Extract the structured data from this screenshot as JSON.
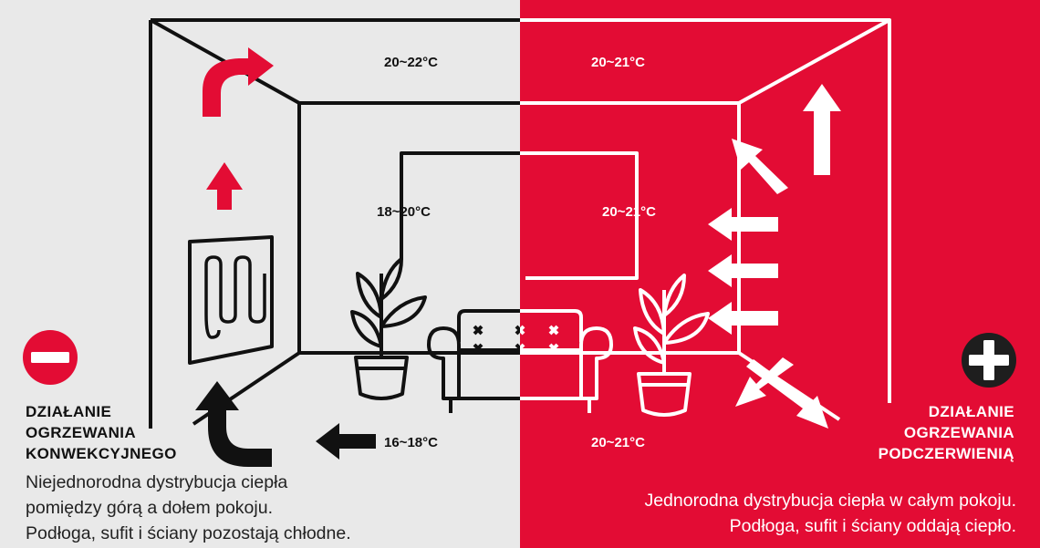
{
  "colors": {
    "left_background": "#e9e9e9",
    "right_background": "#e30c34",
    "accent_red": "#e30c34",
    "line_dark": "#111111",
    "line_light": "#ffffff"
  },
  "temperatures": {
    "left_ceiling": "20~22°C",
    "left_middle": "18~20°C",
    "left_floor": "16~18°C",
    "right_ceiling": "20~21°C",
    "right_middle": "20~21°C",
    "right_floor": "20~21°C"
  },
  "convection": {
    "badge_icon": "minus-icon",
    "heading_lines": [
      "DZIAŁANIE",
      "OGRZEWANIA",
      "KONWEKCYJNEGO"
    ],
    "description_lines": [
      "Niejednorodna dystrybucja ciepła",
      "pomiędzy górą a dołem pokoju.",
      "Podłoga, sufit i ściany pozostają chłodne."
    ]
  },
  "infrared": {
    "badge_icon": "plus-icon",
    "heading_lines": [
      "DZIAŁANIE",
      "OGRZEWANIA",
      "PODCZERWIENIĄ"
    ],
    "description_lines": [
      "Jednorodna dystrybucja ciepła w całym pokoju.",
      "Podłoga, sufit i ściany oddają ciepło."
    ]
  }
}
